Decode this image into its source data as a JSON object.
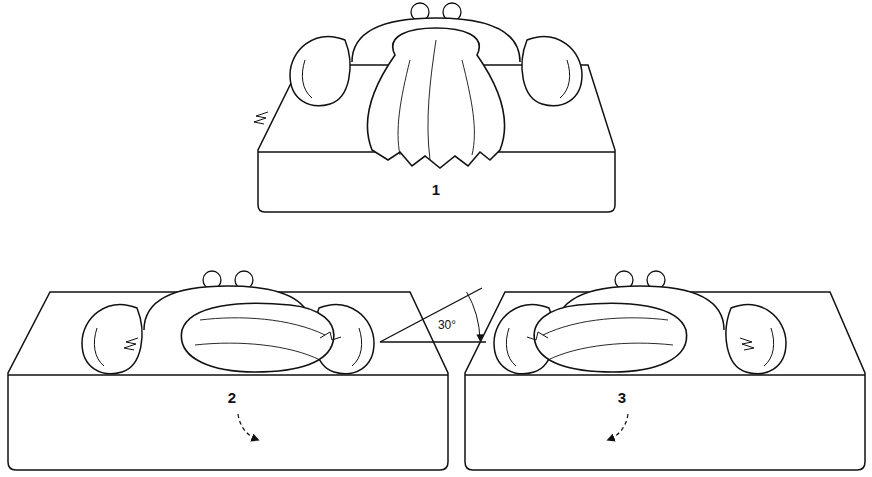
{
  "diagram": {
    "labels": [
      "1",
      "2",
      "3",
      "30°"
    ]
  }
}
